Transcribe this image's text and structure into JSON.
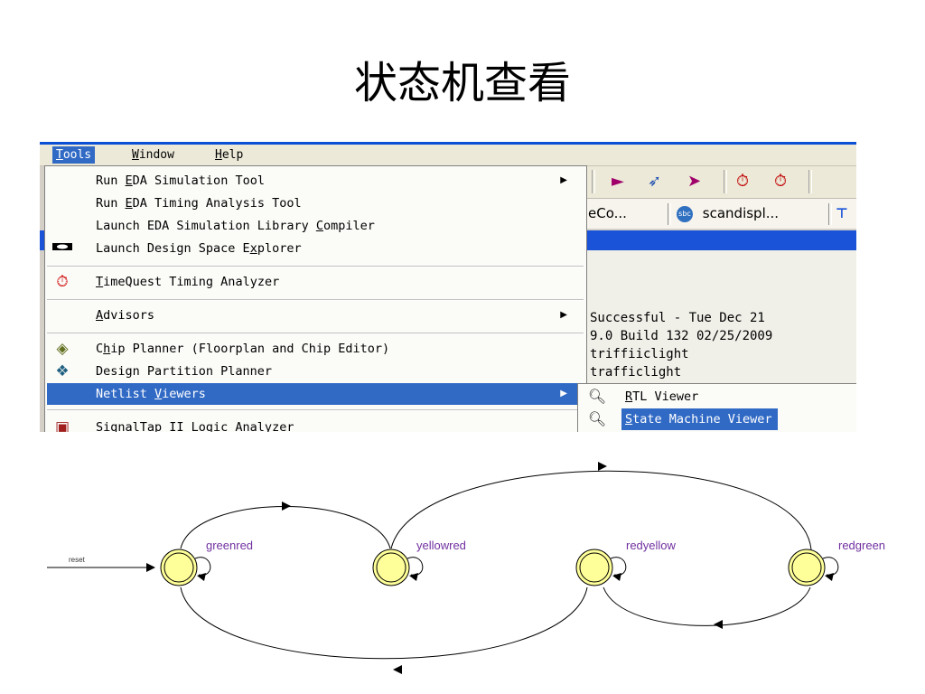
{
  "slide": {
    "title": "状态机查看"
  },
  "menubar": {
    "tools": "Tools",
    "tools_mn": "T",
    "tools_rest": "ools",
    "window": "Window",
    "window_mn": "W",
    "window_rest": "indow",
    "help": "Help",
    "help_mn": "H",
    "help_rest": "elp"
  },
  "tools_menu": {
    "items": [
      {
        "label": "Run EDA Simulation Tool",
        "pre": "Run ",
        "mn": "E",
        "post": "DA Simulation Tool",
        "has_submenu": true,
        "icon": ""
      },
      {
        "label": "Run EDA Timing Analysis Tool",
        "pre": "Run ",
        "mn": "E",
        "post": "DA Timing Analysis Tool",
        "has_submenu": false,
        "icon": ""
      },
      {
        "label": "Launch EDA Simulation Library Compiler",
        "pre": "Launch EDA Simulation Library ",
        "mn": "C",
        "post": "ompiler",
        "has_submenu": false,
        "icon": ""
      },
      {
        "label": "Launch Design Space Explorer",
        "pre": "Launch Design Space E",
        "mn": "x",
        "post": "plorer",
        "has_submenu": false,
        "icon": "dse-icon"
      },
      {
        "label": "TimeQuest Timing Analyzer",
        "pre": "",
        "mn": "T",
        "post": "imeQuest Timing Analyzer",
        "has_submenu": false,
        "icon": "timequest-icon"
      },
      {
        "label": "Advisors",
        "pre": "",
        "mn": "A",
        "post": "dvisors",
        "has_submenu": true,
        "icon": ""
      },
      {
        "label": "Chip Planner (Floorplan and Chip Editor)",
        "pre": "C",
        "mn": "h",
        "post": "ip Planner (Floorplan and Chip Editor)",
        "has_submenu": false,
        "icon": "chip-planner-icon"
      },
      {
        "label": "Design Partition Planner",
        "pre": "Design Partition Planner",
        "mn": "",
        "post": "",
        "has_submenu": false,
        "icon": "partition-planner-icon"
      },
      {
        "label": "Netlist Viewers",
        "pre": "Netlist ",
        "mn": "V",
        "post": "iewers",
        "has_submenu": true,
        "highlighted": true,
        "icon": ""
      },
      {
        "label": "SignalTap II Logic Analyzer",
        "pre": "SignalTap II Logic Analyzer",
        "mn": "",
        "post": "",
        "has_submenu": false,
        "icon": "signaltap-icon"
      }
    ]
  },
  "netlist_submenu": {
    "items": [
      {
        "label": "RTL Viewer",
        "mn": "R",
        "post": "TL Viewer",
        "icon": "rtl-viewer-icon"
      },
      {
        "label": "State Machine Viewer",
        "mn": "S",
        "post": "tate Machine Viewer",
        "icon": "state-machine-viewer-icon",
        "highlighted": true
      }
    ]
  },
  "background_window": {
    "tabs": [
      "eCo...",
      "scandispl..."
    ],
    "tab_icon_text": "sbc",
    "lines": [
      "Successful - Tue Dec 21",
      "9.0 Build 132 02/25/2009",
      "triffiiclight",
      "trafficlight"
    ]
  },
  "state_diagram": {
    "reset_label": "reset",
    "states": [
      "greenred",
      "yellowred",
      "redyellow",
      "redgreen"
    ],
    "fill_color": "#ffff99",
    "stroke_color": "#000000",
    "label_color": "#7030a0"
  },
  "colors": {
    "menu_highlight": "#316ac5",
    "menu_bg": "#fbfbf8",
    "title_bar_blue": "#1a52d8"
  }
}
